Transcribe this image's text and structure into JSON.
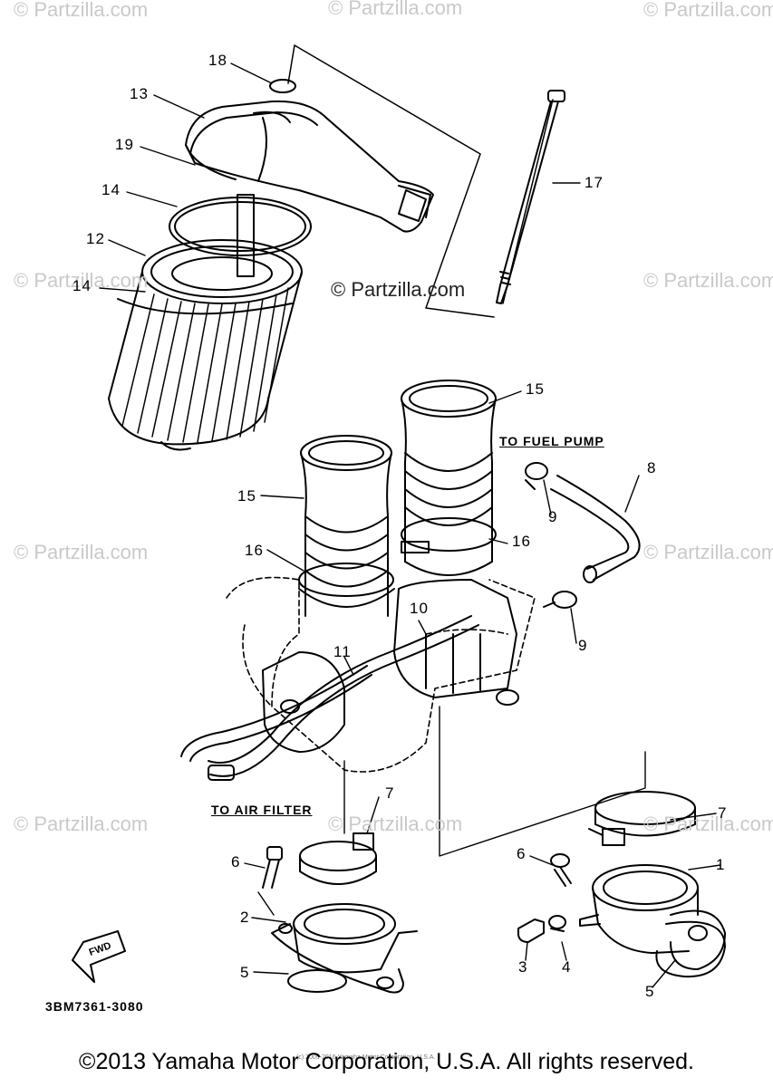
{
  "watermarks": {
    "text": "© Partzilla.com",
    "center_text": "© Partzilla.com",
    "color": "#c9c9c9"
  },
  "callouts": {
    "c18": "18",
    "c13": "13",
    "c19": "19",
    "c14a": "14",
    "c12": "12",
    "c14b": "14",
    "c17": "17",
    "c15a": "15",
    "c15b": "15",
    "c8": "8",
    "c9a": "9",
    "c16a": "16",
    "c16b": "16",
    "c10": "10",
    "c9b": "9",
    "c11": "11",
    "c7a": "7",
    "c7b": "7",
    "c6a": "6",
    "c1": "1",
    "c6b": "6",
    "c2": "2",
    "c3": "3",
    "c4": "4",
    "c5a": "5",
    "c5b": "5"
  },
  "labels": {
    "to_fuel_pump": "TO FUEL PUMP",
    "to_air_filter": "TO AIR FILTER",
    "fwd": "FWD"
  },
  "diagram_code": "3BM7361-3080",
  "tiny_copyright": "(c) 2005-2016 Yamaha Motor Corporation, U.S.A.",
  "footer": "©2013 Yamaha Motor Corporation, U.S.A. All rights reserved."
}
